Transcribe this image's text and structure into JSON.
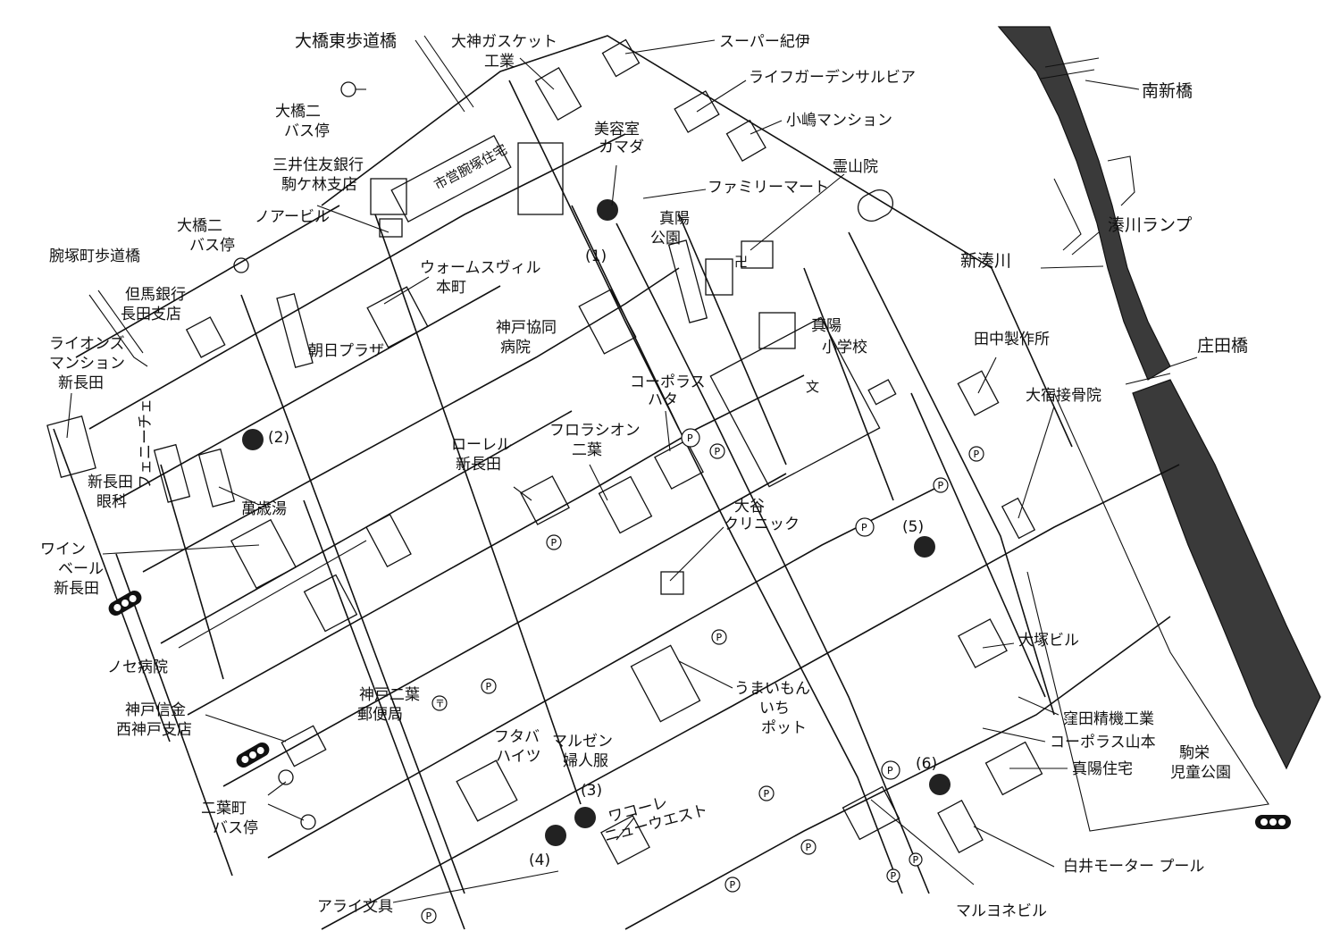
{
  "labels": {
    "ohashi_east_bridge": "大橋東歩道橋",
    "ohashi2_bus_a": "大橋二\nバス停",
    "ohashi2_bus_b": "大橋二\nバス停",
    "mitsui_bank": "三井住友銀行\n駒ケ林支店",
    "ia_building": "ノアービル",
    "wanzuka_bridge": "腕塚町歩道橋",
    "tajima_bank": "但馬銀行\n長田支店",
    "lions_mansion": "ライオンズ\nマンション\n新長田",
    "shinnagata_eye": "新長田\n眼科",
    "wine_verre": "ワイン\nベール\n新長田",
    "nose_hospital": "ノセ病院",
    "kobe_shinkin": "神戸信金\n西神戸支店",
    "futaba_bus": "二葉町\nバス停",
    "arai_bunka": "アライ文具",
    "ogami_gasket": "大神ガスケット\n工業",
    "city_housing": "市営腕塚住宅",
    "beauty_kamada": "美容室\nカマダ",
    "super_kii": "スーパー紀伊",
    "life_garden": "ライフガーデンサルビア",
    "kojima_mansion": "小嶋マンション",
    "ryozanin": "霊山院",
    "familymart": "ファミリーマート",
    "shinyo_park": "真陽\n公園",
    "warms_wille": "ウォームスヴィル\n本町",
    "asahi_plaza": "朝日プラザ",
    "kobe_kyodo": "神戸協同\n病院",
    "corporas_hata": "コーポラス\nハタ",
    "laurel": "ローレル\n新長田",
    "floracion": "フロラシオン\n二葉",
    "manzai_yu": "萬歳湯",
    "ogura_clinic": "大谷\nクリニック",
    "shinyo_school": "真陽\n小学校",
    "tanaka_works": "田中製作所",
    "shinminato_river": "新湊川",
    "minatogawa_ramp": "湊川ランプ",
    "minami_shinbashi": "南新橋",
    "shoda_bridge": "庄田橋",
    "daishuku_clinic": "大宿接骨院",
    "otsuka_bldg": "大塚ビル",
    "kubota_seiki": "窪田精機工業",
    "corporas_yamamoto": "コーポラス山本",
    "komae_park": "駒栄\n児童公園",
    "shinyo_housing": "真陽住宅",
    "shirai_motor": "白井モーター\nプール",
    "maruyone_bldg": "マルヨネビル",
    "umaimon": "うまいもん\nいち\nポット",
    "kobe_futaba_post": "神戸二葉\n郵便局",
    "futaba_heights": "フタバ\nハイツ",
    "maruzen": "マルゼン\n婦人服",
    "wacoal": "ワコーレ\nニューウエスト",
    "fenice": "フェニーチェ"
  },
  "spots": {
    "s1": "(1)",
    "s2": "(2)",
    "s3": "(3)",
    "s4": "(4)",
    "s5": "(5)",
    "s6": "(6)"
  },
  "parking_symbol": "P",
  "post_symbol": "〒",
  "school_symbol": "文",
  "shrine_symbol": "卍",
  "colors": {
    "ink": "#111111",
    "river": "#3a3a3a",
    "paper": "#ffffff"
  }
}
